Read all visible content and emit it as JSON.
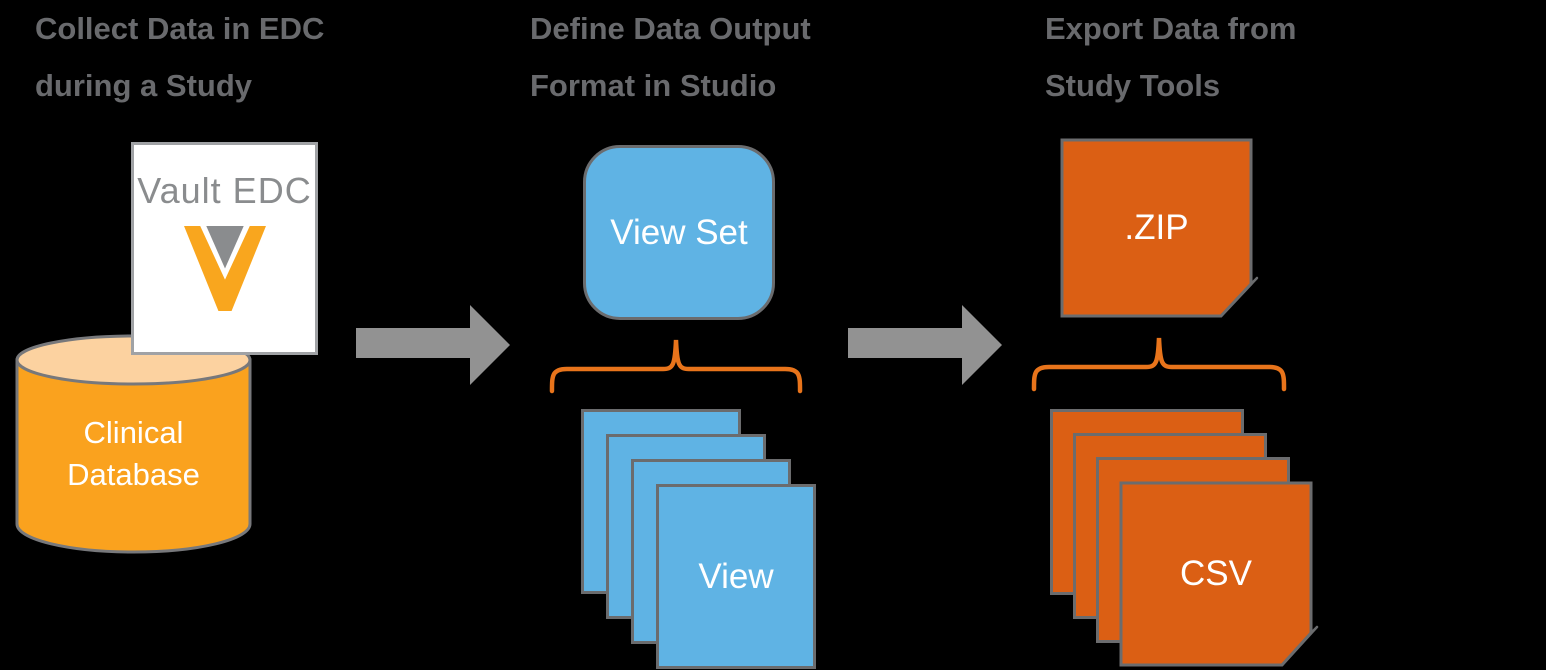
{
  "diagram": {
    "steps": [
      {
        "title_lines": [
          "Collect Data in EDC",
          "during a Study"
        ]
      },
      {
        "title_lines": [
          "Define Data Output",
          "Format in Studio"
        ]
      },
      {
        "title_lines": [
          "Export Data from",
          "Study Tools"
        ]
      }
    ],
    "vault_card": {
      "logo_text": "Vault EDC"
    },
    "clinical_db": {
      "label_lines": [
        "Clinical",
        "Database"
      ]
    },
    "view_set": {
      "label": "View Set"
    },
    "views": {
      "label": "View",
      "page_count": 4
    },
    "zip": {
      "label": ".ZIP"
    },
    "csv": {
      "label": "CSV",
      "page_count": 4
    }
  },
  "icons": {
    "arrow": "arrow-right-icon",
    "brace": "curly-brace-icon",
    "veeva": "veeva-v-icon",
    "database": "database-cylinder-icon",
    "zip_page": "folded-corner-page-icon",
    "csv_page": "folded-corner-page-icon"
  },
  "colors": {
    "background": "#000000",
    "title_gray": "#696A6D",
    "arrow_gray": "#929292",
    "blue": "#5FB3E4",
    "orange_file": "#DB5F14",
    "orange_fold": "#A34B10",
    "cylinder_orange": "#FAA21E",
    "cylinder_top": "#FCD2A0",
    "veeva_orange": "#F9A61E",
    "brace_orange": "#E8741B",
    "shape_border": "#6B6C6E",
    "vault_text_gray": "#8A8C8E",
    "white": "#FFFFFF"
  }
}
